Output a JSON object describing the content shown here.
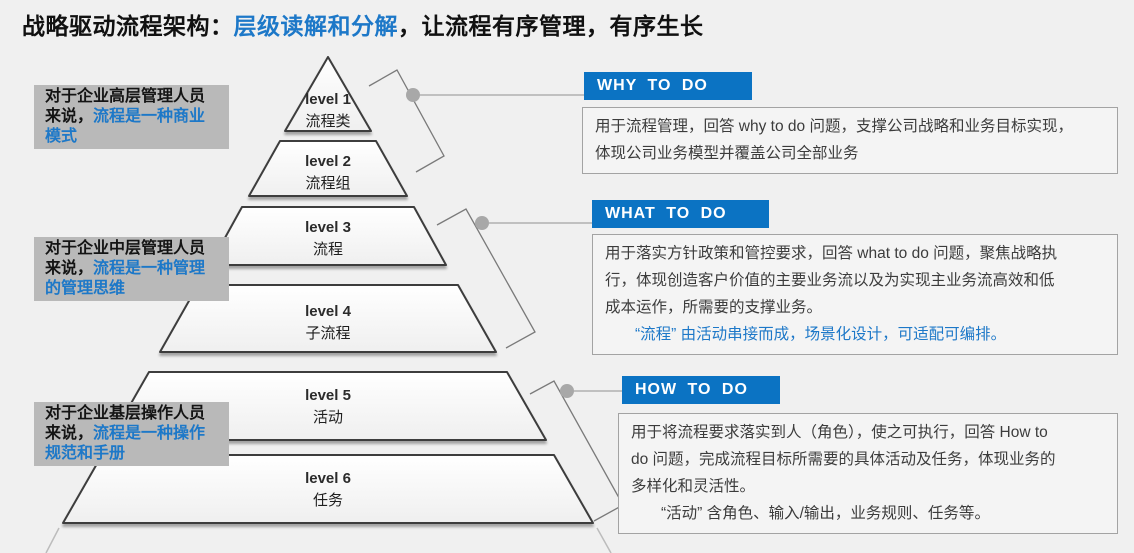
{
  "title": {
    "prefix": "战略驱动流程架构：",
    "highlight": "层级读解和分解",
    "suffix": "，让流程有序管理，有序生长"
  },
  "colors": {
    "header_blue": "#0b73c3",
    "highlight_blue": "#1d78c8",
    "annotation_gray": "#b9b9b9",
    "background": "#f0f0f0"
  },
  "annotations": [
    {
      "prefix": "对于企业高层管理人员来说，",
      "highlight": "流程是一种商业模式"
    },
    {
      "prefix": "对于企业中层管理人员来说，",
      "highlight": "流程是一种管理的管理思维"
    },
    {
      "prefix": "对于企业基层操作人员来说，",
      "highlight": "流程是一种操作规范和手册"
    }
  ],
  "pyramid": {
    "levels": [
      {
        "level_label": "level 1",
        "cn_label": "流程类"
      },
      {
        "level_label": "level 2",
        "cn_label": "流程组"
      },
      {
        "level_label": "level 3",
        "cn_label": "流程"
      },
      {
        "level_label": "level 4",
        "cn_label": "子流程"
      },
      {
        "level_label": "level 5",
        "cn_label": "活动"
      },
      {
        "level_label": "level 6",
        "cn_label": "任务"
      }
    ]
  },
  "sections": [
    {
      "heading": "WHY TO DO",
      "body": "用于流程管理，回答 why to do 问题，支撑公司战略和业务目标实现，\n体现公司业务模型并覆盖公司全部业务"
    },
    {
      "heading": "WHAT TO DO",
      "body": "用于落实方针政策和管控要求，回答 what to do 问题，聚焦战略执\n行，体现创造客户价值的主要业务流以及为实现主业务流高效和低\n成本运作，所需要的支撑业务。",
      "note": "“流程” 由活动串接而成，场景化设计，可适配可编排。"
    },
    {
      "heading": "HOW TO DO",
      "body": "用于将流程要求落实到人（角色），使之可执行，回答 How to\ndo 问题，完成流程目标所需要的具体活动及任务，体现业务的\n多样化和灵活性。",
      "note": "“活动” 含角色、输入/输出，业务规则、任务等。"
    }
  ]
}
